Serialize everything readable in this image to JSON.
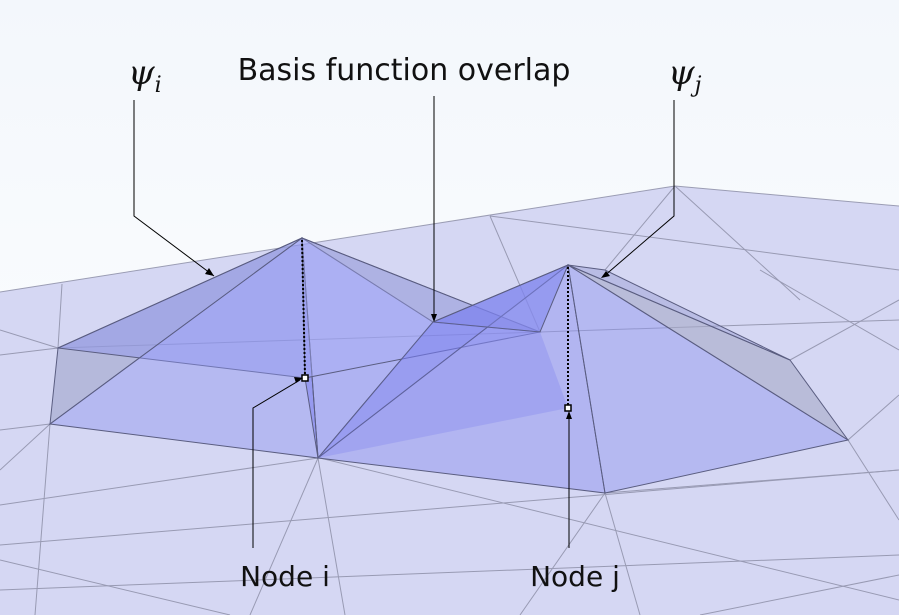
{
  "diagram": {
    "title_label": "Basis function overlap",
    "psi_i": {
      "symbol": "ψ",
      "subscript": "i"
    },
    "psi_j": {
      "symbol": "ψ",
      "subscript": "j"
    },
    "node_i_label": "Node i",
    "node_j_label": "Node j"
  },
  "colors": {
    "background_top": "#f3f7fc",
    "background_bottom": "#ffffff",
    "mesh_plane": "#d4d6f2",
    "mesh_line": "#8e90a8",
    "pyramid_face": "#8f94f0",
    "pyramid_edge": "#5a5d80",
    "leader_line": "#000000"
  }
}
